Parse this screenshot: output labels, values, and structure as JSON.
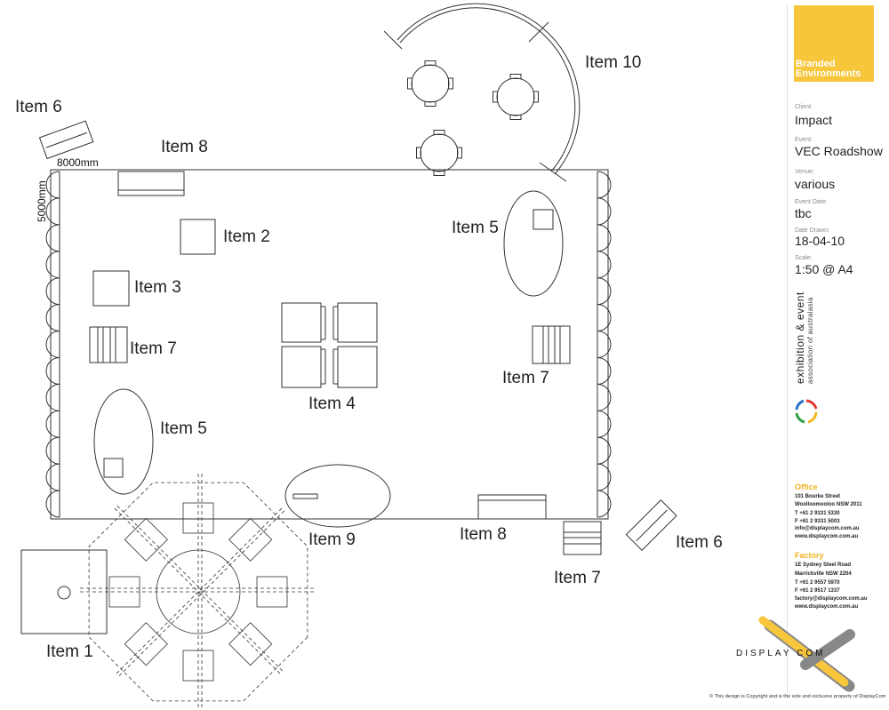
{
  "labels": {
    "item1": "Item 1",
    "item2": "Item 2",
    "item3": "Item 3",
    "item4": "Item 4",
    "item5a": "Item 5",
    "item5b": "Item 5",
    "item6a": "Item 6",
    "item6b": "Item 6",
    "item7a": "Item 7",
    "item7b": "Item 7",
    "item7c": "Item 7",
    "item8a": "Item 8",
    "item8b": "Item 8",
    "item9": "Item 9",
    "item10": "Item 10"
  },
  "dimensions": {
    "width": "8000mm",
    "height": "5000mm"
  },
  "title_block": {
    "brand_line1": "Branded",
    "brand_line2": "Environments",
    "client_label": "Client:",
    "client": "Impact",
    "event_label": "Event:",
    "event": "VEC Roadshow",
    "venue_label": "Venue:",
    "venue": "various",
    "event_date_label": "Event Date:",
    "event_date": "tbc",
    "date_drawn_label": "Date Drawn:",
    "date_drawn": "18-04-10",
    "scale_label": "Scale:",
    "scale": "1:50 @ A4",
    "association_line1": "exhibition & event",
    "association_line2": "association of australasia",
    "office_title": "Office",
    "office_address1": "101 Bourke Street",
    "office_address2": "Woolloomooloo NSW 2011",
    "office_phone": "T +61 2 9331 5330",
    "office_fax": "F +61 2 9331 5003",
    "office_email": "info@displaycom.com.au",
    "office_web": "www.displaycom.com.au",
    "factory_title": "Factory",
    "factory_address1": "1E Sydney Steel Road",
    "factory_address2": "Marrickville NSW 2204",
    "factory_phone": "T +61 2 9557 5970",
    "factory_fax": "F +61 2 9517 1337",
    "factory_email": "factory@displaycom.com.au",
    "factory_web": "www.displaycom.com.au",
    "logo_text": "DISPLAY   COM",
    "copyright": "This design is Copyright and is the sole and exclusive property of DisplayCom"
  },
  "colors": {
    "brand_yellow": "#f8c63b",
    "line": "#333333",
    "logo_grey": "#777777"
  }
}
